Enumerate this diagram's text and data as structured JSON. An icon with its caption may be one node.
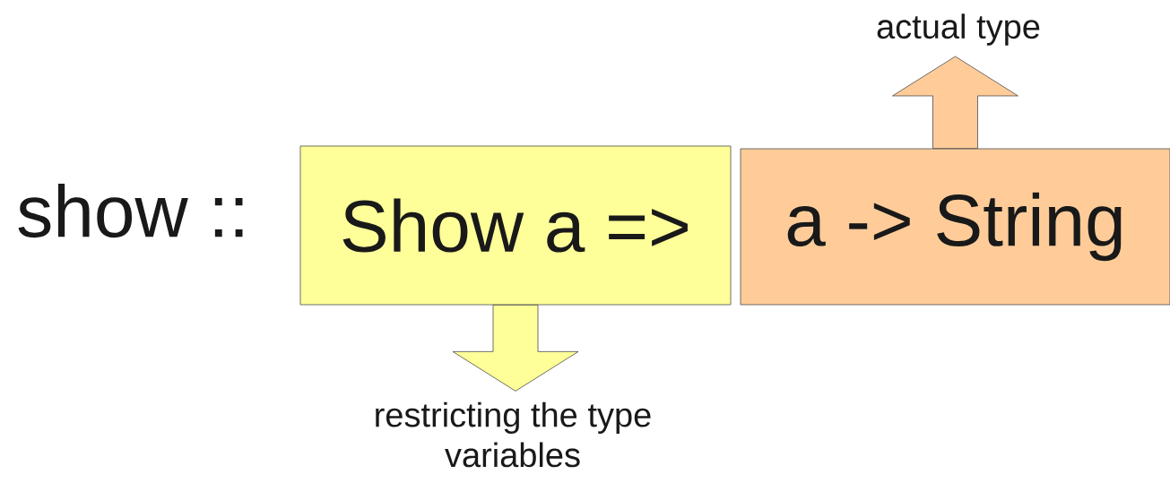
{
  "diagram": {
    "nodes": [
      {
        "text": [
          "Show a =>"
        ]
      },
      {
        "text": [
          "a -> String"
        ]
      },
      {
        "text": [
          "restricting the type variables"
        ]
      },
      {
        "text": [
          "actual type"
        ]
      }
    ],
    "edges": [
      {
        "from": 0,
        "to": 2,
        "arrow": "to",
        "color": "#ffff99"
      },
      {
        "from": 1,
        "to": 3,
        "arrow": "to",
        "color": "#ffcc99"
      }
    ],
    "labels": [
      "show ::"
    ]
  }
}
